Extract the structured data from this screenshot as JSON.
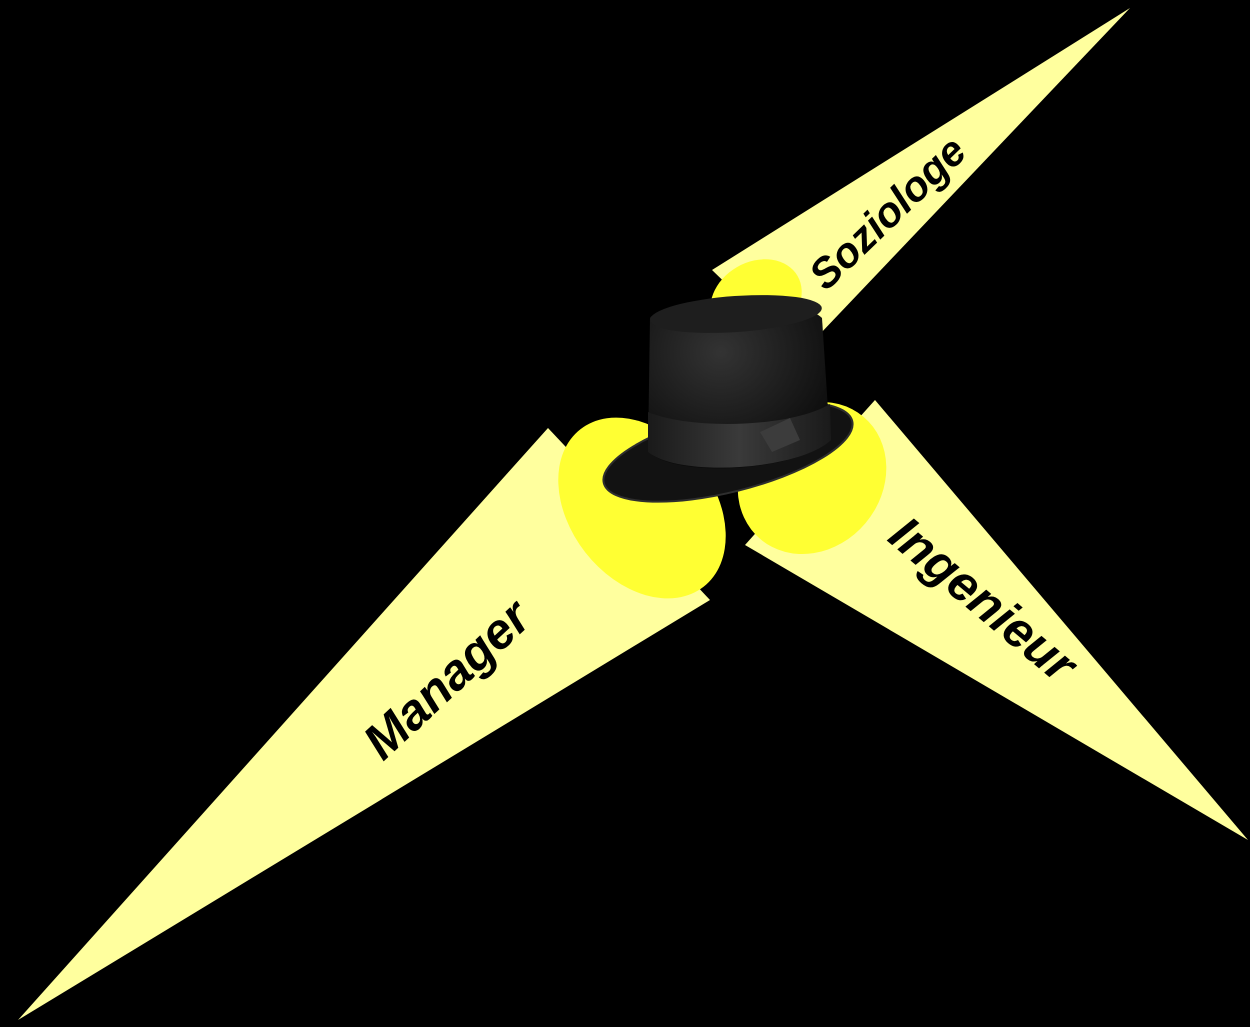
{
  "colors": {
    "background": "#000000",
    "beam_fill": "#FFFF9E",
    "lamp_fill": "#FFFF33",
    "hat_body": "#161616",
    "hat_band": "#2a2a2a",
    "label_color": "#000000"
  },
  "beams": [
    {
      "id": "manager",
      "label": "Manager"
    },
    {
      "id": "soziologe",
      "label": "Soziologe"
    },
    {
      "id": "ingenieur",
      "label": "Ingenieur"
    }
  ],
  "center_icon": "top-hat-icon"
}
